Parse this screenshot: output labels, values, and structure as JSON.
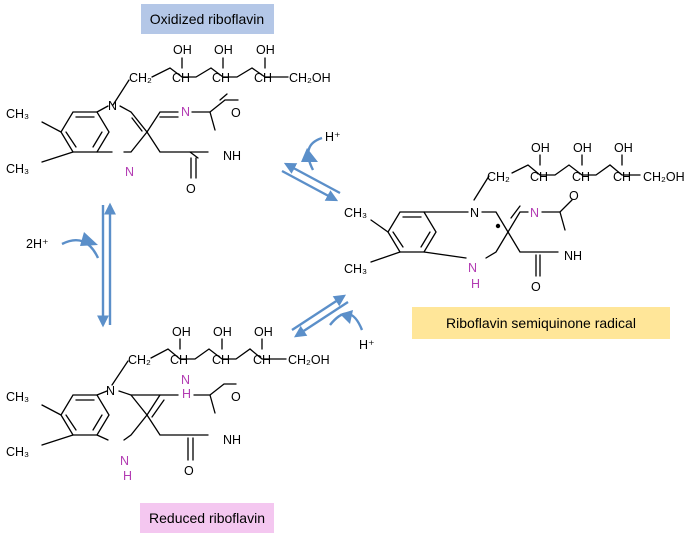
{
  "captions": {
    "oxidized": "Oxidized riboflavin",
    "semiquinone": "Riboflavin semiquinone radical",
    "reduced": "Reduced riboflavin"
  },
  "caption_colors": {
    "oxidized": "#b4c7e7",
    "semiquinone": "#ffe699",
    "reduced": "#f4c7f0"
  },
  "reagents": {
    "top_proton": "H⁺",
    "bottom_proton": "H⁺",
    "two_protons": "2H⁺"
  },
  "atoms": {
    "ch3": "CH₃",
    "ch2": "CH₂",
    "ch": "CH",
    "ch2oh": "CH₂OH",
    "oh": "OH",
    "n": "N",
    "nh": "NH",
    "h": "H",
    "o": "O"
  },
  "colors": {
    "arrow": "#5b8fc9",
    "heteroatom": "#b33cb3"
  }
}
